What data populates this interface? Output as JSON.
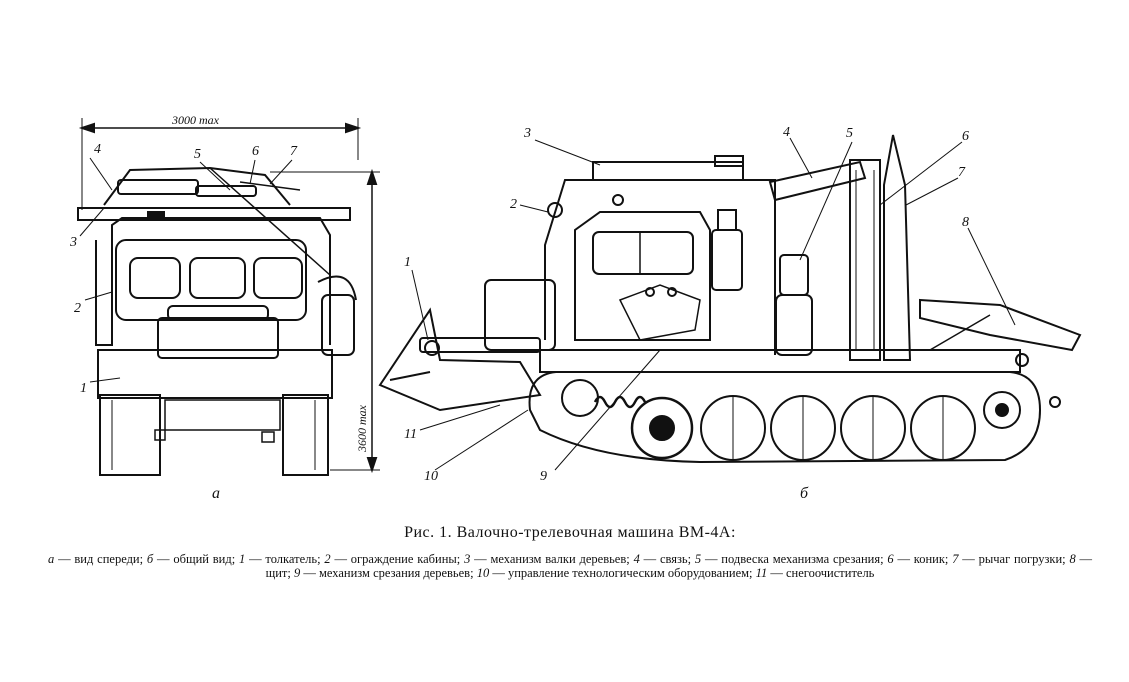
{
  "figure": {
    "front_view": {
      "width_dim": "3000 max",
      "height_dim": "3600 max",
      "sublabel": "а",
      "callouts": [
        "1",
        "2",
        "3",
        "4",
        "5",
        "6",
        "7"
      ]
    },
    "side_view": {
      "sublabel": "б",
      "callouts": [
        "1",
        "2",
        "3",
        "4",
        "5",
        "6",
        "7",
        "8",
        "9",
        "10",
        "11"
      ]
    }
  },
  "caption": {
    "title": "Рис. 1. Валочно-трелевочная машина ВМ-4А:",
    "legend": [
      {
        "key": "а",
        "text": " — вид спереди; "
      },
      {
        "key": "б",
        "text": " — общий вид; "
      },
      {
        "key": "1",
        "text": " — толкатель; "
      },
      {
        "key": "2",
        "text": " — ограждение кабины; "
      },
      {
        "key": "3",
        "text": " — механизм валки деревьев; "
      },
      {
        "key": "4",
        "text": " — связь; "
      },
      {
        "key": "5",
        "text": " — подвеска механизма срезания; "
      },
      {
        "key": "6",
        "text": " — коник; "
      },
      {
        "key": "7",
        "text": " — рычаг погрузки; "
      },
      {
        "key": "8",
        "text": " — щит; "
      },
      {
        "key": "9",
        "text": " — механизм срезания деревьев; "
      },
      {
        "key": "10",
        "text": " — управление технологическим оборудованием; "
      },
      {
        "key": "11",
        "text": " — снегоочиститель"
      }
    ]
  }
}
